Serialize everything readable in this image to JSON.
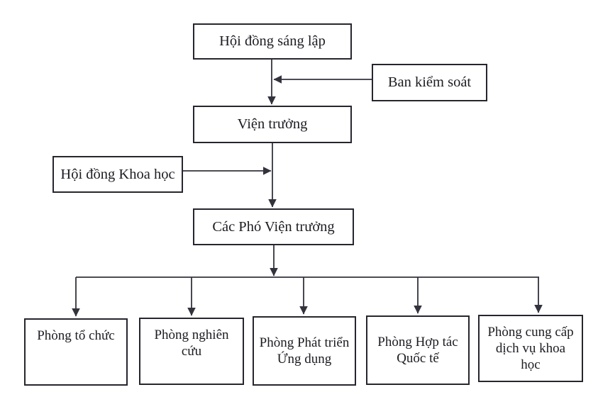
{
  "diagram": {
    "type": "org-chart",
    "colors": {
      "background": "#ffffff",
      "box_border": "#26262e",
      "connector": "#33333d",
      "text": "#1c1c22"
    },
    "nodes": {
      "founding_council": {
        "label": "Hội đồng sáng lập"
      },
      "control_board": {
        "label": "Ban kiểm soát"
      },
      "director": {
        "label": "Viện trưởng"
      },
      "science_council": {
        "label": "Hội đồng Khoa học"
      },
      "deputy_directors": {
        "label": "Các Phó Viện trưởng"
      },
      "departments": [
        {
          "name": "to-chuc",
          "lines": [
            "Phòng tổ chức"
          ]
        },
        {
          "name": "nghien-cuu",
          "lines": [
            "Phòng nghiên",
            "cứu"
          ]
        },
        {
          "name": "phat-trien",
          "lines": [
            "Phòng Phát triển",
            "Ứng dụng"
          ]
        },
        {
          "name": "hop-tac",
          "lines": [
            "Phòng Hợp tác",
            "Quốc tế"
          ]
        },
        {
          "name": "cung-cap-dv",
          "lines": [
            "Phòng cung cấp",
            "dịch vụ khoa",
            "học"
          ]
        }
      ]
    },
    "edges": [
      {
        "from": "founding_council",
        "to": "director",
        "arrow": "down"
      },
      {
        "from": "control_board",
        "to": "founding_council-director-link",
        "arrow": "left"
      },
      {
        "from": "director",
        "to": "deputy_directors",
        "arrow": "down"
      },
      {
        "from": "science_council",
        "to": "director-deputy_directors-link",
        "arrow": "right"
      },
      {
        "from": "deputy_directors",
        "to": "departments",
        "arrow": "down-fanout"
      }
    ]
  }
}
